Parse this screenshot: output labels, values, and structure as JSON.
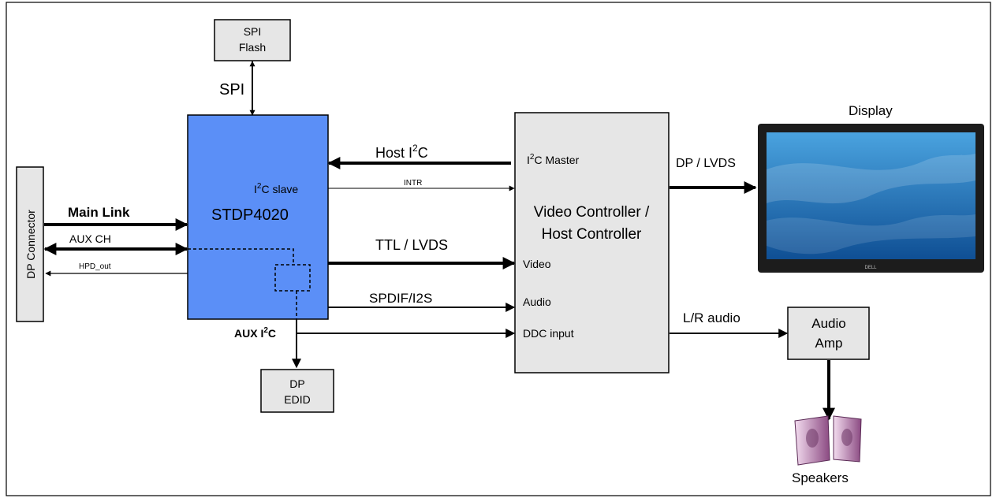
{
  "blocks": {
    "spi_flash": [
      "SPI",
      "Flash"
    ],
    "stdp": {
      "name": "STDP4020",
      "i2c_slave_prefix": "I",
      "i2c_slave_sup": "2",
      "i2c_slave_suffix": "C  slave"
    },
    "dp_connector": "DP Connector",
    "video_controller": [
      "Video Controller /",
      "Host Controller"
    ],
    "vc_ports": {
      "i2c_master_prefix": "I",
      "i2c_master_sup": "2",
      "i2c_master_suffix": "C Master",
      "video": "Video",
      "audio": "Audio",
      "ddc": "DDC input"
    },
    "dp_edid": [
      "DP",
      "EDID"
    ],
    "audio_amp": [
      "Audio",
      "Amp"
    ],
    "display": "Display",
    "display_brand": "DELL",
    "speakers": "Speakers"
  },
  "signals": {
    "spi": "SPI",
    "host_i2c_prefix": "Host I",
    "host_i2c_sup": "2",
    "host_i2c_suffix": "C",
    "intr": "INTR",
    "main_link": "Main Link",
    "aux_ch": "AUX CH",
    "hpd_out": "HPD_out",
    "ttl_lvds": "TTL / LVDS",
    "spdif": "SPDIF/I2S",
    "aux_i2c_prefix": "AUX I",
    "aux_i2c_sup": "2",
    "aux_i2c_suffix": "C",
    "dp_lvds": "DP / LVDS",
    "lr_audio": "L/R audio"
  },
  "colors": {
    "stdp_fill": "#5b8ff7",
    "box_fill": "#e6e6e6",
    "screen_top": "#4aa3df",
    "screen_bottom": "#0f4f94",
    "bezel": "#1c1c1c"
  }
}
